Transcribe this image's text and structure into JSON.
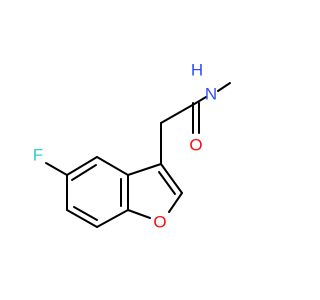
{
  "molecule": {
    "atoms": {
      "fluorine": {
        "label": "F",
        "color": "#33cccc"
      },
      "amide_nitrogen": {
        "label": "N",
        "color": "#3050f8"
      },
      "amide_hydrogen": {
        "label": "H",
        "color": "#3050f8"
      },
      "carbonyl_oxygen": {
        "label": "O",
        "color": "#ff0d0d"
      },
      "furan_oxygen": {
        "label": "O",
        "color": "#ff0d0d"
      }
    },
    "bond_color": "#000000"
  }
}
